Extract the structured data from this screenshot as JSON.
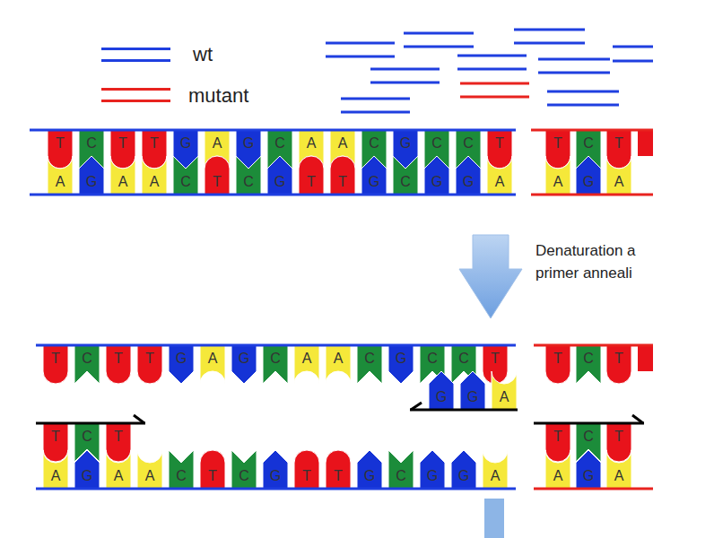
{
  "diagram": {
    "labels": [
      "T",
      "C",
      "T",
      "T",
      "G",
      "A",
      "G",
      "C",
      "A",
      "A",
      "C",
      "G",
      "C",
      "C",
      "T",
      "T",
      "C",
      "T",
      "A",
      "G",
      "A",
      "A",
      "C",
      "T",
      "C",
      "G",
      "T",
      "T",
      "G",
      "C",
      "G",
      "G",
      "A",
      "A",
      "G",
      "A",
      "Denaturation a",
      "primer anneali",
      "T",
      "C",
      "T",
      "T",
      "G",
      "A",
      "G",
      "C",
      "A",
      "A",
      "C",
      "G",
      "C",
      "C",
      "T",
      "T",
      "C",
      "T",
      "G",
      "G",
      "A",
      "T",
      "C",
      "T",
      "T",
      "C",
      "T",
      "A",
      "G",
      "A",
      "A",
      "C",
      "T",
      "C",
      "G",
      "T",
      "T",
      "G",
      "C",
      "G",
      "G",
      "A",
      "A",
      "G",
      "A"
    ],
    "legend": [
      {
        "text": "wt",
        "color": "#1f3fe0"
      },
      {
        "text": "mutant",
        "color": "#e8231f"
      }
    ]
  }
}
